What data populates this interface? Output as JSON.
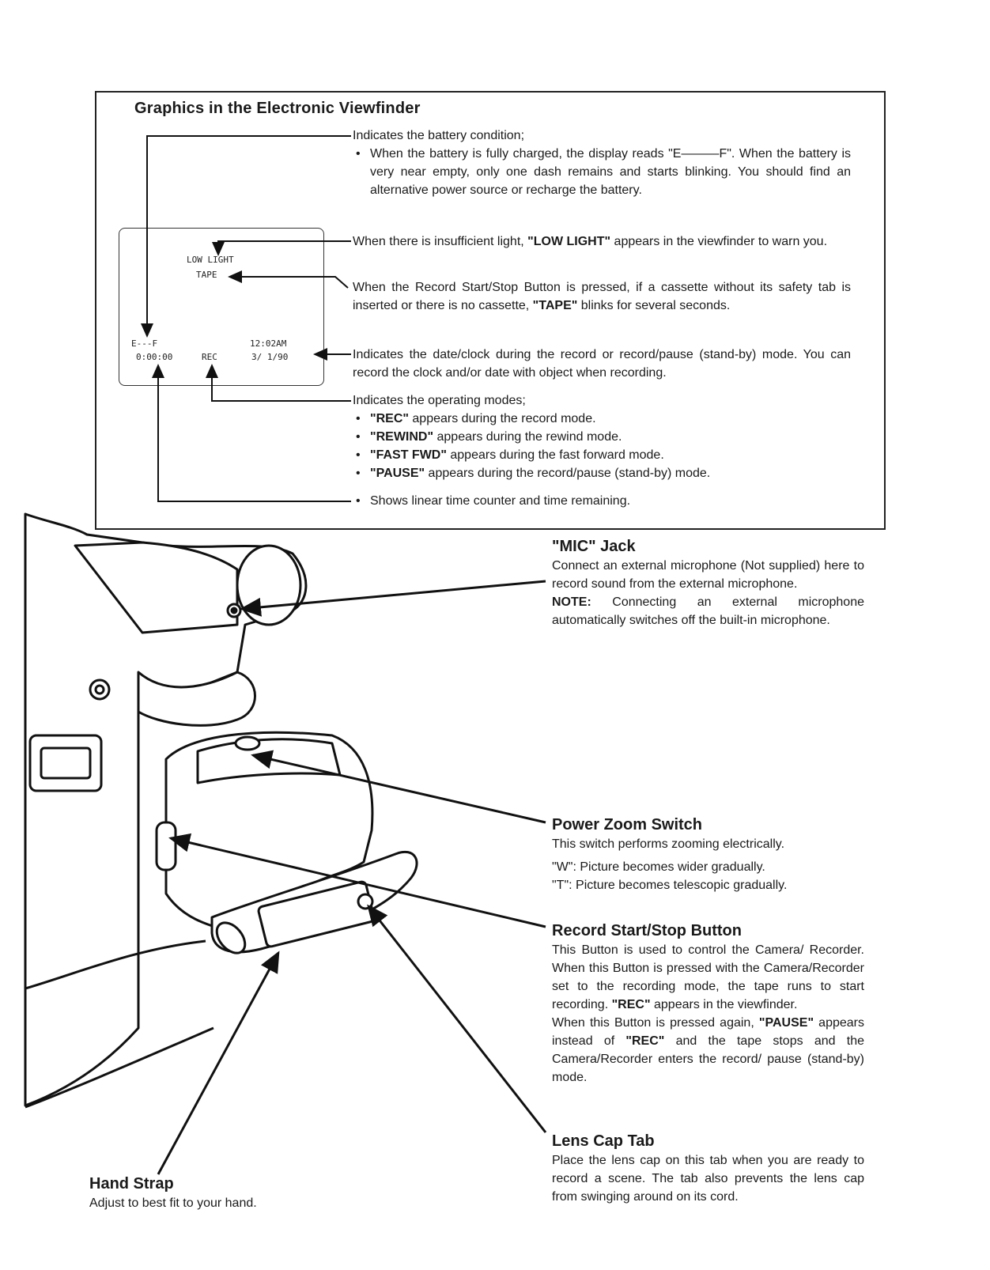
{
  "viewfinder": {
    "title": "Graphics in the Electronic Viewfinder",
    "screen": {
      "low_light": "LOW LIGHT",
      "tape": "TAPE",
      "battery": "E---F",
      "clock": "12:02AM",
      "counter": "0:00:00",
      "mode": "REC",
      "date": "3/ 1/90"
    },
    "battery": {
      "lead": "Indicates the battery condition;",
      "bullet": "When the battery is fully charged, the display reads \"E———F\". When the battery is very near empty, only one dash remains and starts blinking. You should find an alternative power source or recharge the battery."
    },
    "low_light": {
      "pre": "When there is insufficient light, ",
      "bold": "\"LOW LIGHT\"",
      "post": " appears in the viewfinder to warn you."
    },
    "tape": {
      "pre": "When the Record Start/Stop Button is pressed, if a cassette without its safety tab is inserted or there is no cassette, ",
      "bold": "\"TAPE\"",
      "post": " blinks for several seconds."
    },
    "clock_desc": "Indicates the date/clock during the record or record/pause (stand-by) mode. You can record the clock and/or date with object when recording.",
    "modes": {
      "lead": "Indicates the operating modes;",
      "items": [
        {
          "bold": "\"REC\"",
          "text": " appears during the record mode."
        },
        {
          "bold": "\"REWIND\"",
          "text": " appears during the rewind mode."
        },
        {
          "bold": "\"FAST FWD\"",
          "text": " appears during the fast forward mode."
        },
        {
          "bold": "\"PAUSE\"",
          "text": " appears during the record/pause (stand-by) mode."
        }
      ]
    },
    "counter_desc": "Shows linear time counter and time remaining."
  },
  "mic": {
    "title": "\"MIC\" Jack",
    "body": "Connect an external microphone (Not supplied) here to record sound from the external microphone.",
    "note_label": "NOTE:",
    "note": " Connecting an external microphone automatically switches off the built-in microphone."
  },
  "zoom": {
    "title": "Power Zoom Switch",
    "body": "This switch performs zooming electrically.",
    "w": "\"W\": Picture becomes wider gradually.",
    "t": "\"T\": Picture becomes telescopic gradually."
  },
  "record": {
    "title": "Record Start/Stop Button",
    "p1": "This Button is used to control the Camera/ Recorder. When this Button is pressed with the Camera/Recorder set to the recording mode, the tape runs to start recording. ",
    "p1_bold": "\"REC\"",
    "p1_end": " appears in the viewfinder.",
    "p2": "When this Button is pressed again, ",
    "p2_bold1": "\"PAUSE\"",
    "p2_mid": " appears instead of ",
    "p2_bold2": "\"REC\"",
    "p2_end": " and the tape stops and the Camera/Recorder enters the record/ pause (stand-by) mode."
  },
  "lens_cap": {
    "title": "Lens Cap Tab",
    "body": "Place the lens cap on this tab when you are ready to record a scene. The tab also prevents the lens cap from swinging around on its cord."
  },
  "hand_strap": {
    "title": "Hand Strap",
    "body": "Adjust to best fit to your hand."
  }
}
